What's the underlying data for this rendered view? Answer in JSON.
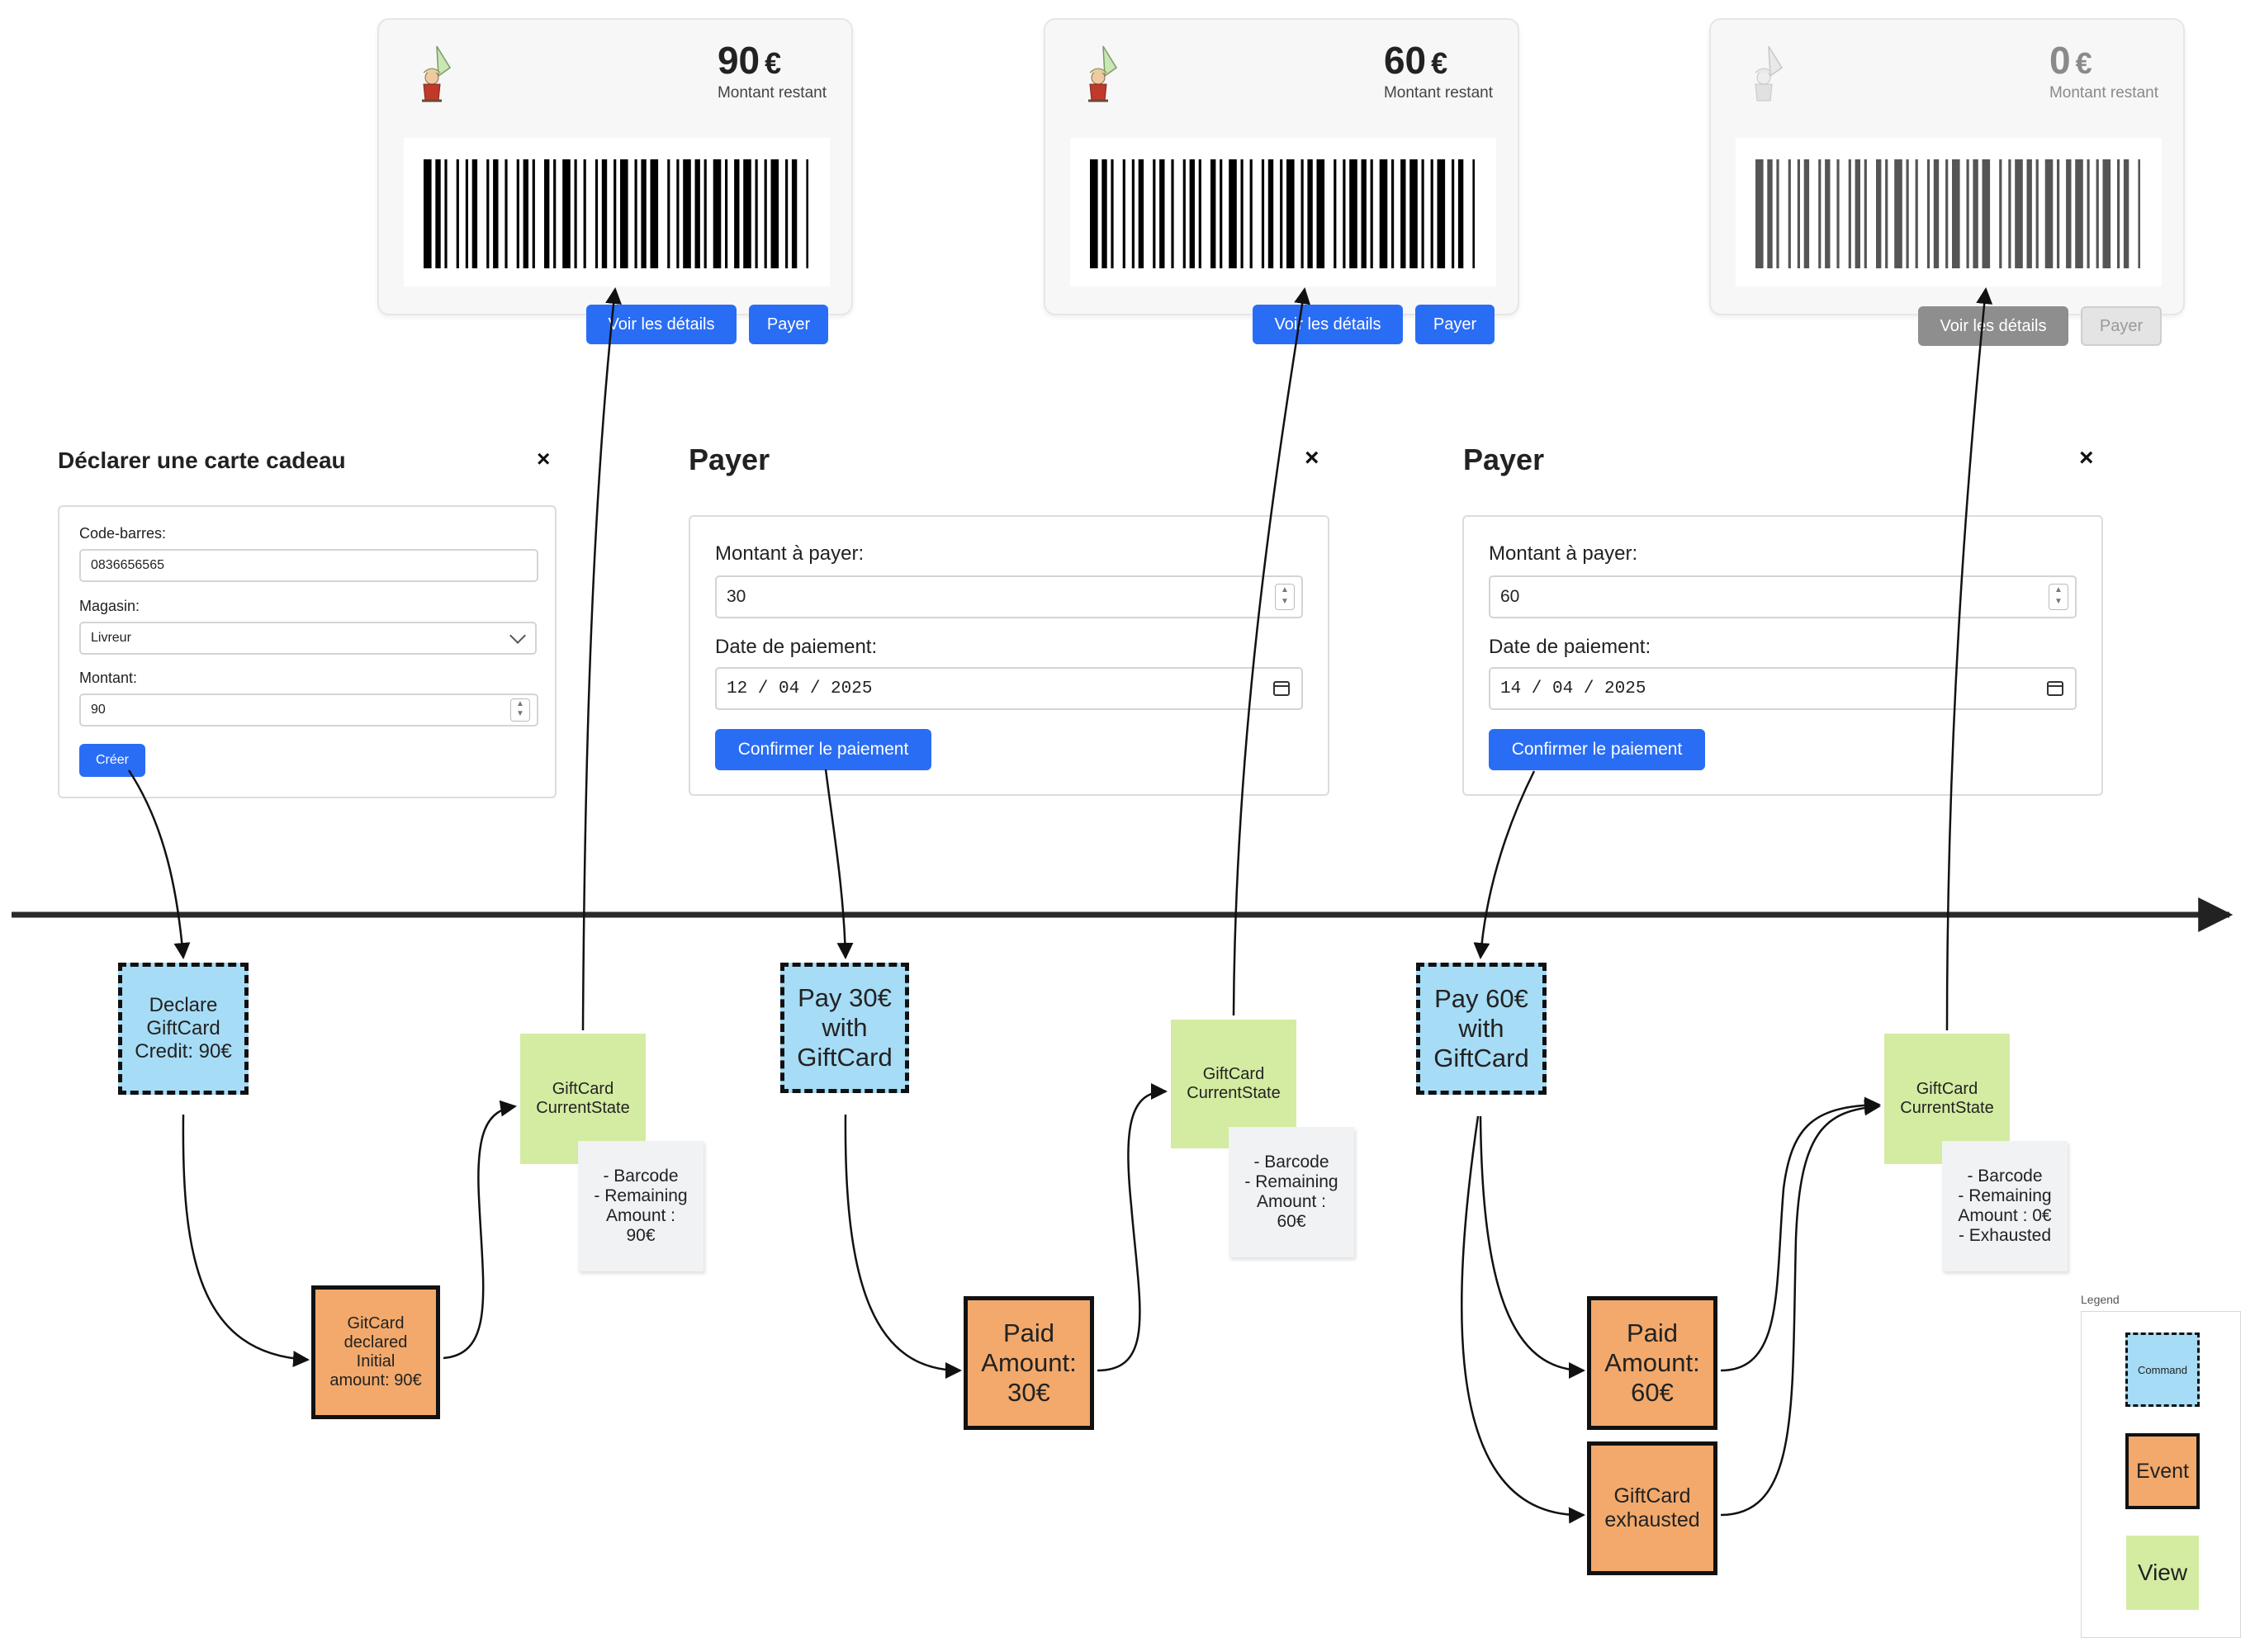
{
  "cards": [
    {
      "amount": "90",
      "currency": "€",
      "caption": "Montant restant",
      "details": "Voir les détails",
      "pay": "Payer",
      "state": "active"
    },
    {
      "amount": "60",
      "currency": "€",
      "caption": "Montant restant",
      "details": "Voir les détails",
      "pay": "Payer",
      "state": "active"
    },
    {
      "amount": "0",
      "currency": "€",
      "caption": "Montant restant",
      "details": "Voir les détails",
      "pay": "Payer",
      "state": "disabled"
    }
  ],
  "declare_dialog": {
    "title": "Déclarer une carte cadeau",
    "close": "×",
    "barcode_label": "Code-barres:",
    "barcode_value": "0836656565",
    "store_label": "Magasin:",
    "store_value": "Livreur",
    "amount_label": "Montant:",
    "amount_value": "90",
    "create_button": "Créer"
  },
  "pay_dialogs": [
    {
      "title": "Payer",
      "close": "×",
      "amount_label": "Montant à payer:",
      "amount_value": "30",
      "date_label": "Date de paiement:",
      "date_value": "12 / 04 / 2025",
      "confirm": "Confirmer le paiement"
    },
    {
      "title": "Payer",
      "close": "×",
      "amount_label": "Montant à payer:",
      "amount_value": "60",
      "date_label": "Date de paiement:",
      "date_value": "14 / 04 / 2025",
      "confirm": "Confirmer le paiement"
    }
  ],
  "notes": {
    "cmd_declare": "Declare\nGiftCard\nCredit: 90€",
    "evt_declared": "GitCard\ndeclared\nInitial\namount: 90€",
    "view1": "GiftCard\nCurrentState",
    "attr1": "- Barcode\n- Remaining\nAmount :\n90€",
    "cmd_pay30": "Pay 30€\nwith\nGiftCard",
    "evt_paid30": "Paid\nAmount:\n30€",
    "view2": "GiftCard\nCurrentState",
    "attr2": "- Barcode\n- Remaining\nAmount :\n60€",
    "cmd_pay60": "Pay 60€\nwith\nGiftCard",
    "evt_paid60": "Paid\nAmount:\n60€",
    "evt_exhausted": "GiftCard\nexhausted",
    "view3": "GiftCard\nCurrentState",
    "attr3": "- Barcode\n- Remaining\nAmount : 0€\n- Exhausted"
  },
  "legend": {
    "title": "Legend",
    "command": "Command",
    "event": "Event",
    "view": "View"
  },
  "colors": {
    "command": "#a6dcf5",
    "event": "#f2a96b",
    "view": "#d4eca2",
    "attributes": "#f1f2f4",
    "primary_button": "#2a6df5",
    "disabled_button": "#8e8e8e"
  },
  "icons": {
    "card_logo": "gaulish-warrior-logo-icon",
    "close": "close-icon",
    "calendar": "calendar-icon",
    "dropdown": "chevron-down-icon",
    "spinner": "number-spinner-icon",
    "timeline": "arrow-right-icon"
  }
}
